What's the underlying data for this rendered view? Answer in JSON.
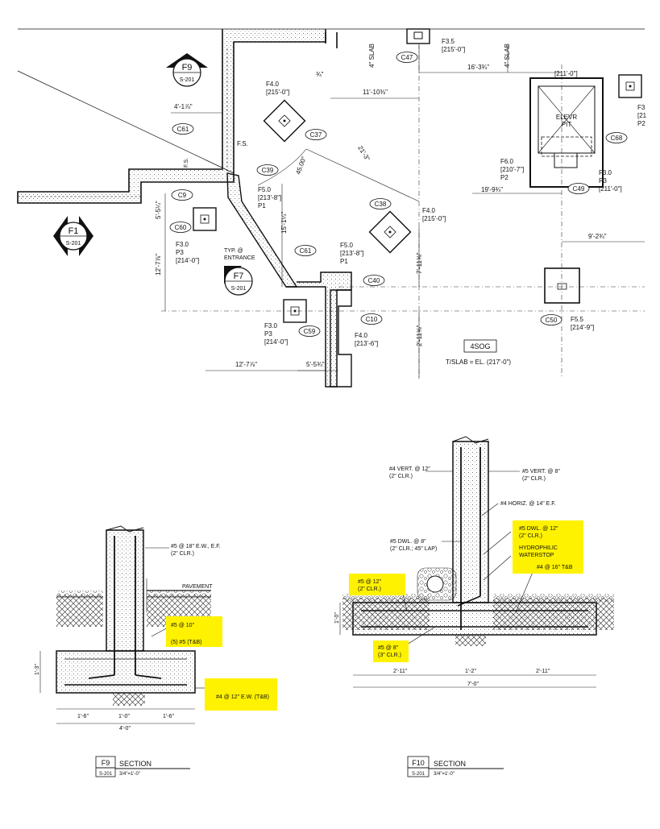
{
  "plan": {
    "section_markers": [
      {
        "id": "F9",
        "sheet": "S-201"
      },
      {
        "id": "F1",
        "sheet": "S-201"
      },
      {
        "id": "F7",
        "sheet": "S-201"
      }
    ],
    "typ_entrance": [
      "TYP. @",
      "ENTRANCE"
    ],
    "columns": [
      "C47",
      "C61",
      "C37",
      "C39",
      "C9",
      "C60",
      "C38",
      "C61",
      "C40",
      "C59",
      "C10",
      "C50",
      "C68",
      "C49"
    ],
    "footings": [
      {
        "lines": [
          "F3.5",
          "[215'-0\"]"
        ]
      },
      {
        "lines": [
          "F4.0",
          "[215'-0\"]"
        ]
      },
      {
        "lines": [
          "F5.0",
          "[213'-8\"]",
          "P1"
        ]
      },
      {
        "lines": [
          "F3.0",
          "P3",
          "[214'-0\"]"
        ]
      },
      {
        "lines": [
          "F4.0",
          "[215'-0\"]"
        ]
      },
      {
        "lines": [
          "F5.0",
          "[213'-8\"]",
          "P1"
        ]
      },
      {
        "lines": [
          "F3.0",
          "P3",
          "[214'-0\"]"
        ]
      },
      {
        "lines": [
          "F4.0",
          "[213'-6\"]"
        ]
      },
      {
        "lines": [
          "F5.5",
          "[214'-9\"]"
        ]
      },
      {
        "lines": [
          "F6.0",
          "[210'-7\"]",
          "P2"
        ]
      },
      {
        "lines": [
          "F3.0",
          "P3",
          "[211'-0\"]"
        ]
      },
      {
        "lines": [
          "F3",
          "[21",
          "P2"
        ]
      }
    ],
    "dims": [
      "4'-1⅞\"",
      "¾\"",
      "11'-10⅜\"",
      "16'-3¾\"",
      "[211'-0\"]",
      "21'-3\"",
      "45.00°",
      "15'-1¼\"",
      "5'-5¼\"",
      "12'-7⅞\"",
      "7'-11⅝\"",
      "2'-11⅝\"",
      "12'-7⅞\"",
      "5'-5¾\"",
      "19'-9¾\"",
      "9'-2¾\""
    ],
    "slab_labels": [
      "4\" SLAB",
      "4\" SLAB"
    ],
    "fs": [
      "F.S.",
      "F.S."
    ],
    "elevr": [
      "ELEVR",
      "PIT"
    ],
    "sog": "4SOG",
    "tslab": "T/SLAB = EL. (217'-0\")"
  },
  "f9": {
    "notes": {
      "vert": [
        "#5 @ 18\" E.W., E.F.",
        "(2\" CLR.)"
      ],
      "pavement": "PAVEMENT",
      "hl1": [
        "#5 @ 10\"",
        "(5) #5 (T&B)"
      ],
      "hl2": "#4 @ 12\" E.W. (T&B)"
    },
    "dims": {
      "height": "1'-3\"",
      "a": "1'-6\"",
      "b": "1'-0\"",
      "c": "1'-6\"",
      "total": "4'-0\""
    },
    "title": {
      "id": "F9",
      "sheet": "S-201",
      "label": "SECTION",
      "scale": "3/4\"=1'-0\""
    }
  },
  "f10": {
    "notes": {
      "vert4": [
        "#4 VERT. @ 12\"",
        "(2\" CLR.)"
      ],
      "vert5": [
        "#5 VERT. @ 8\"",
        "(2\" CLR.)"
      ],
      "horiz": "#4 HORIZ. @ 14\" E.F.",
      "dwl8": [
        "#5 DWL. @ 8\"",
        "(2\" CLR.; 45\" LAP)"
      ],
      "hl_dwl12": [
        "#5 DWL. @ 12\"",
        "(2\" CLR.)"
      ],
      "hl_water": [
        "HYDROPHILIC",
        "WATERSTOP"
      ],
      "hl_16": "#4 @ 16\" T&B",
      "hl_12": [
        "#5 @ 12\"",
        "(2\" CLR.)"
      ],
      "hl_8": [
        "#5 @ 8\"",
        "(3\" CLR.)"
      ]
    },
    "dims": {
      "height": "1'-0\"",
      "a": "2'-11\"",
      "b": "1'-2\"",
      "c": "2'-11\"",
      "total": "7'-0\""
    },
    "title": {
      "id": "F10",
      "sheet": "S-201",
      "label": "SECTION",
      "scale": "3/4\"=1'-0\""
    }
  },
  "colors": {
    "highlight": "#fff200",
    "ink": "#111111"
  }
}
